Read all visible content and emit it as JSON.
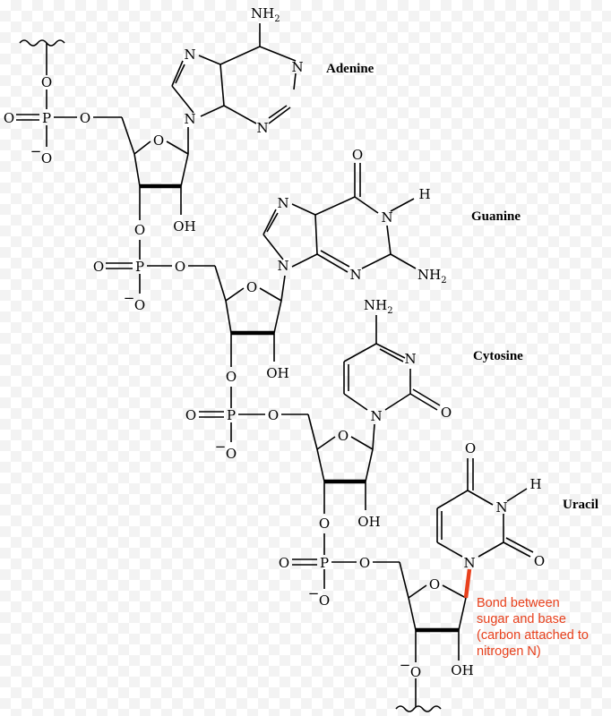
{
  "bases": {
    "adenine": "Adenine",
    "guanine": "Guanine",
    "cytosine": "Cytosine",
    "uracil": "Uracil"
  },
  "atoms": {
    "O": "O",
    "P": "P",
    "N": "N",
    "NH": "N",
    "H": "H",
    "OH": "OH",
    "neg": "−",
    "NH2": "NH",
    "sub2": "2"
  },
  "annotation": {
    "lines": [
      "Bond between",
      "sugar and base",
      "(carbon attached to",
      "nitrogen N)"
    ],
    "color": "#e8401c"
  }
}
